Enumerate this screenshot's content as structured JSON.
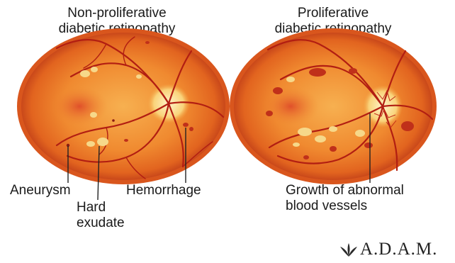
{
  "left_panel": {
    "title_line1": "Non-proliferative",
    "title_line2": "diabetic retinopathy",
    "labels": {
      "aneurysm": "Aneurysm",
      "hard_line1": "Hard",
      "hard_line2": "exudate",
      "hemorrhage": "Hemorrhage"
    }
  },
  "right_panel": {
    "title_line1": "Proliferative",
    "title_line2": "diabetic retinopathy",
    "labels": {
      "growth_line1": "Growth of abnormal",
      "growth_line2": "blood vessels"
    }
  },
  "logo": {
    "text": "A.D.A.M."
  },
  "colors": {
    "retina_outer": "#e0581c",
    "retina_inner": "#f4a040",
    "vessel": "#b21e12",
    "exudate": "#f6d88a",
    "hemorrhage": "#c0301a",
    "leader_line": "#222222"
  }
}
